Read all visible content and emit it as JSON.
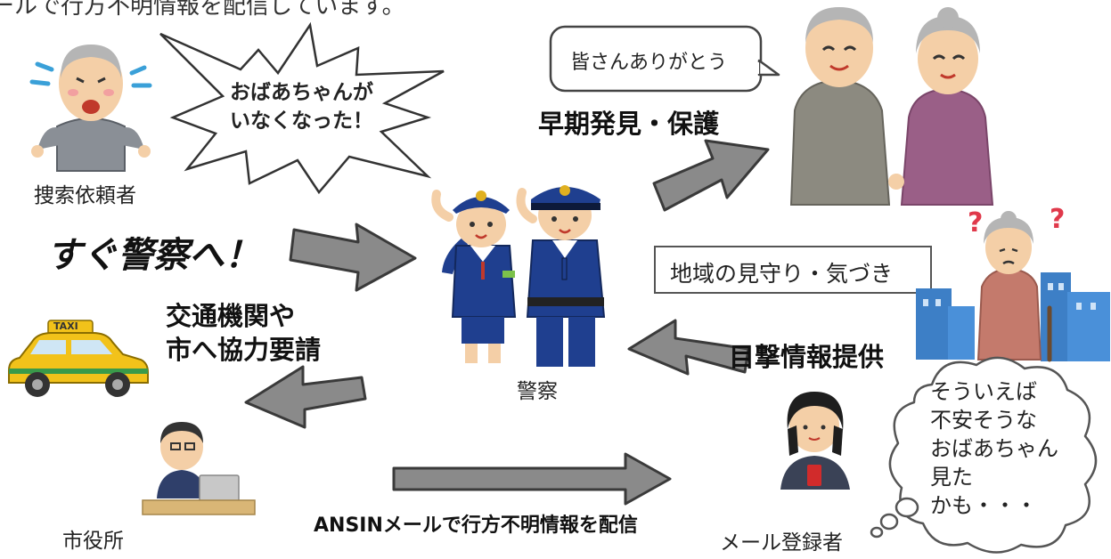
{
  "top_cut_text": "ールで行方不明情報を配信しています。",
  "labels": {
    "requester": "捜索依頼者",
    "police": "警察",
    "city_hall": "市役所",
    "mail_registrant": "メール登録者"
  },
  "speech": {
    "shout": [
      "おばあちゃんが",
      "いなくなった！"
    ],
    "thanks": "皆さんありがとう",
    "cloud": [
      "そういえば",
      "不安そうな",
      "おばあちゃん",
      "見た",
      "かも・・・"
    ]
  },
  "headings": {
    "to_police": "すぐ警察へ！",
    "early": "早期発見・保護",
    "cooperation": [
      "交通機関や",
      "市へ協力要請"
    ],
    "sighting": "目撃情報提供",
    "ansin": "ANSINメールで行方不明情報を配信",
    "watch": "地域の見守り・気づき"
  },
  "taxi_sign": "TAXI",
  "colors": {
    "arrow": "#8a8a8a",
    "arrow_edge": "#3a3a3a",
    "police_blue": "#1f3f8f",
    "taxi_yellow": "#f2c21a",
    "city_blue": "#3d7fc6"
  }
}
